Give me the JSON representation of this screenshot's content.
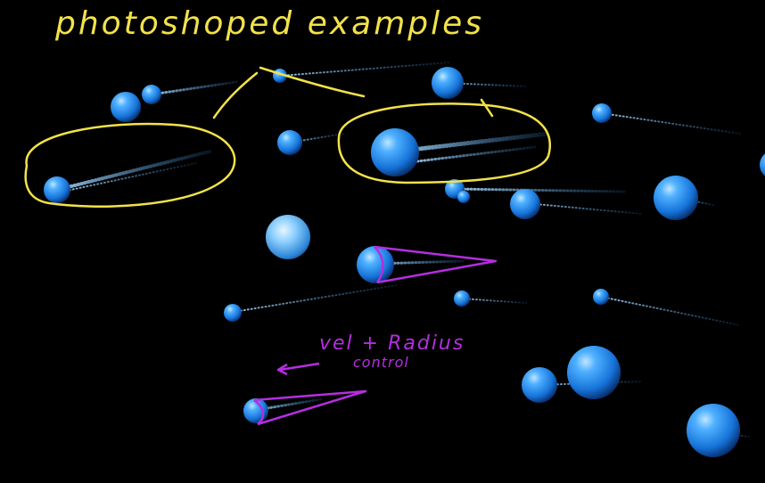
{
  "annotations": {
    "title": "photoshoped examples",
    "control_label_line1": "vel + Radius",
    "control_label_line2": "control"
  },
  "colors": {
    "background": "#000000",
    "sphere_core": "#5ab8ff",
    "sphere_edge": "#0a3f8c",
    "trail": "#7ec8ff",
    "highlight_pen": "#f2e24a",
    "control_pen": "#b42ee0"
  }
}
